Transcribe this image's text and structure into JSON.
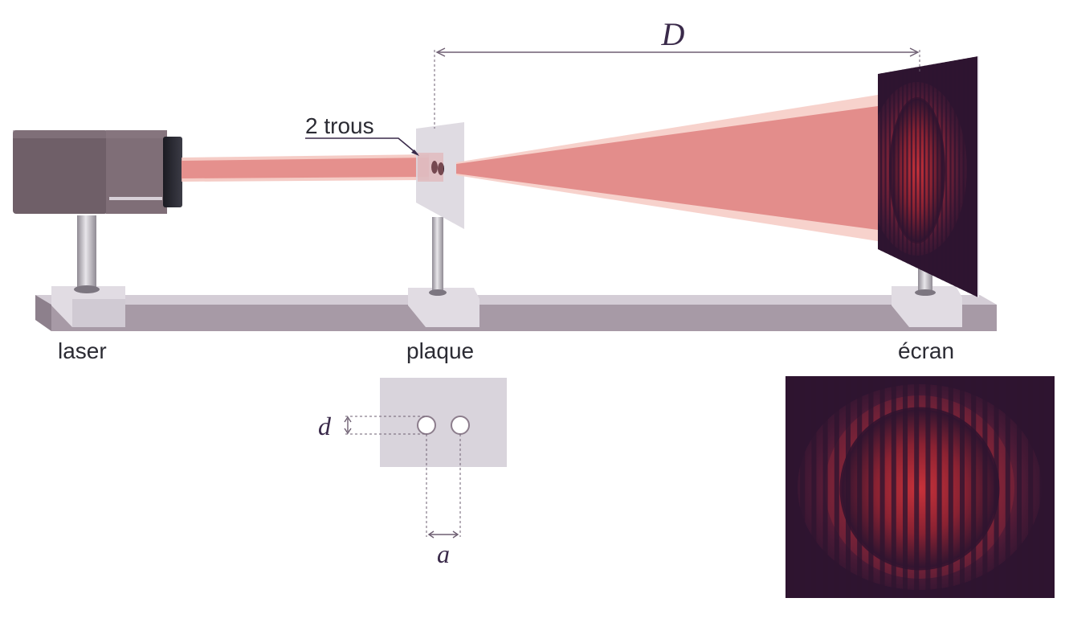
{
  "labels": {
    "distance": "D",
    "holes": "2 trous",
    "laser": "laser",
    "plate": "plaque",
    "screen": "écran",
    "hole_diameter": "d",
    "hole_spacing": "a"
  },
  "colors": {
    "beam": "#e5908d",
    "beam_light": "#f5c4bd",
    "rail": "#b0a6b2",
    "laser_body": "#7d6c74",
    "screen_dark": "#2e1430",
    "fringe": "#d8303a",
    "plate": "#d9d4dc"
  }
}
